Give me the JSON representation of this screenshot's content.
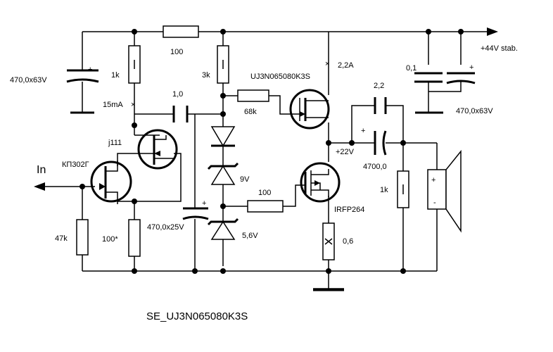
{
  "title": "SE_UJ3N065080K3S",
  "input_label": "In",
  "supply_label": "+44V stab.",
  "components": {
    "c_in_supply": "470,0x63V",
    "r_top_series": "100",
    "r_jfet_drain": "1k",
    "i_jfet": "15mA",
    "c_coupling_1": "1,0",
    "r_bias_top": "3k",
    "r_bias_68k": "68k",
    "q_top": "UJ3N065080K3S",
    "i_main": "2,2A",
    "c_out_small": "2,2",
    "c_decouple_small": "0,1",
    "c_decouple_big": "470,0x63V",
    "q_j111": "j111",
    "q_input": "КП302Г",
    "r_input": "47k",
    "r_source_trim": "100*",
    "c_bias": "470,0x25V",
    "z_9v": "9V",
    "z_5v6": "5,6V",
    "r_gate": "100",
    "q_bottom": "IRFP264",
    "r_source_out": "0,6",
    "v_mid": "+22V",
    "c_out_big": "4700,0",
    "r_load": "1k",
    "spk_plus": "+",
    "spk_minus": "-"
  },
  "symbols": {
    "pol_c_in": "+",
    "pol_c_decouple": "+",
    "pol_c_bias": "+",
    "pol_c_out": "+",
    "cur_marker_1": "×",
    "cur_marker_2": "×"
  }
}
